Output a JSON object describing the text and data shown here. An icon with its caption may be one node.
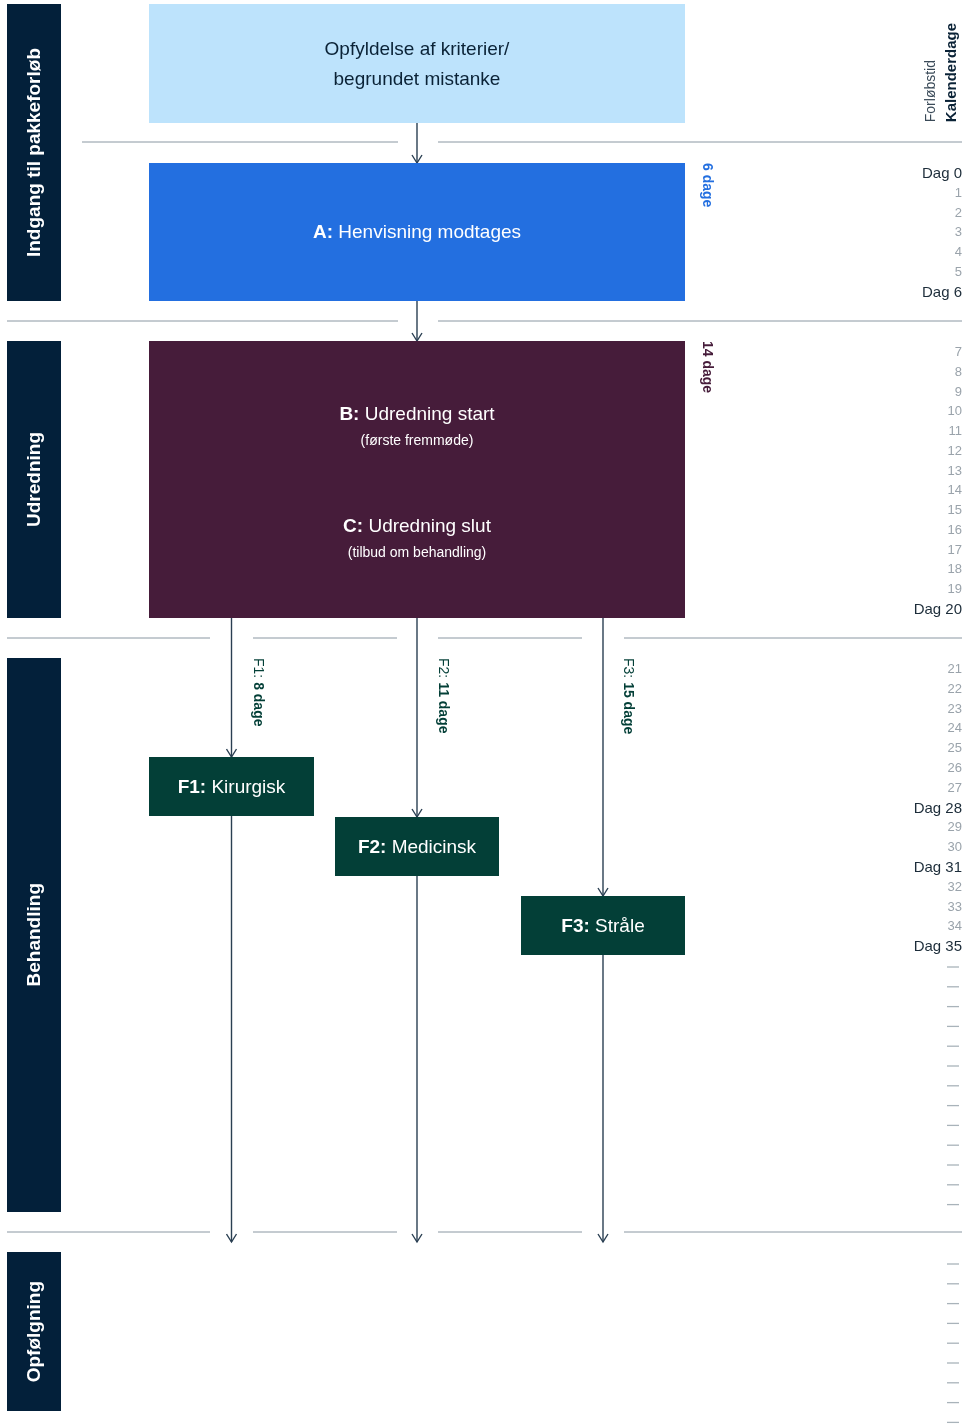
{
  "diagram": {
    "nodes": [
      {
        "text": [
          "Indgang til pakkeforløb"
        ]
      },
      {
        "text": [
          "Udredning"
        ]
      },
      {
        "text": [
          "Behandling"
        ]
      },
      {
        "text": [
          "Opfølgning"
        ]
      },
      {
        "text": [
          "Opfyldelse af kriterier/ begrundet mistanke"
        ]
      },
      {
        "text": [
          "**A:** Henvisning modtages"
        ],
        "beside": [
          "6 dage"
        ]
      },
      {
        "text": [
          "**B:** Udredning start",
          "(første fremmøde)",
          "**C:** Udredning slut",
          "(tilbud om behandling)"
        ],
        "beside": [
          "14 dage"
        ]
      },
      {
        "text": [
          "**F1:** Kirurgisk"
        ]
      },
      {
        "text": [
          "**F2:** Medicinsk"
        ]
      },
      {
        "text": [
          "**F3:** Stråle"
        ]
      }
    ],
    "edges": [
      {
        "from": 4,
        "to": 5,
        "arrow": "to"
      },
      {
        "from": 5,
        "to": 6,
        "arrow": "to"
      },
      {
        "from": 6,
        "to": 7,
        "arrow": "to",
        "label": "F1: **8 dage**"
      },
      {
        "from": 6,
        "to": 8,
        "arrow": "to",
        "label": "F2: **11 dage**"
      },
      {
        "from": 6,
        "to": 9,
        "arrow": "to",
        "label": "F3: **15 dage**"
      },
      {
        "from": 7,
        "to": null,
        "arrow": "to"
      },
      {
        "from": 8,
        "to": null,
        "arrow": "to"
      },
      {
        "from": 9,
        "to": null,
        "arrow": "to"
      }
    ],
    "labels": [
      "Forløbstid",
      "Kalenderdage",
      "Dag 0",
      "1",
      "2",
      "3",
      "4",
      "5",
      "Dag 6",
      "7",
      "8",
      "9",
      "10",
      "11",
      "12",
      "13",
      "14",
      "15",
      "16",
      "17",
      "18",
      "19",
      "Dag 20",
      "21",
      "22",
      "23",
      "24",
      "25",
      "26",
      "27",
      "Dag 28",
      "29",
      "30",
      "Dag 31",
      "32",
      "33",
      "34",
      "Dag 35"
    ]
  }
}
